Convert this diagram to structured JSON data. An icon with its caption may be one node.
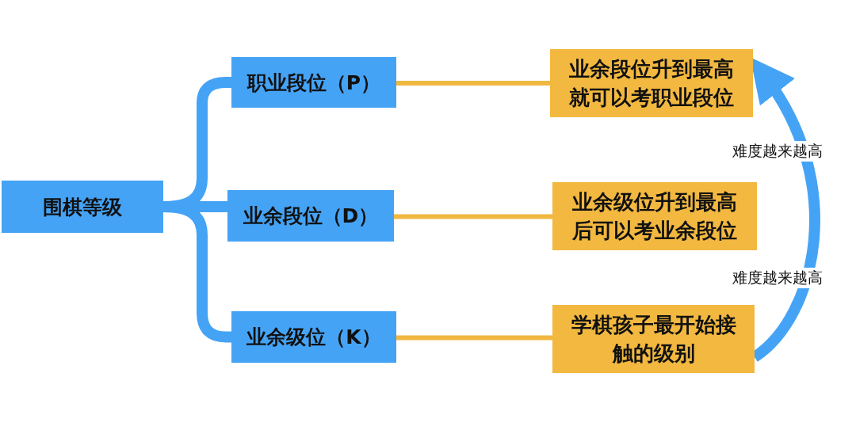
{
  "diagram": {
    "nodes": [
      {
        "text": [
          "围棋等级"
        ]
      },
      {
        "text": [
          "职业段位（P）"
        ]
      },
      {
        "text": [
          "业余段位（D）"
        ]
      },
      {
        "text": [
          "业余级位（K）"
        ]
      },
      {
        "text": [
          "业余段位升到最高就可以考职业段位"
        ]
      },
      {
        "text": [
          "业余级位升到最高后可以考业余段位"
        ]
      },
      {
        "text": [
          "学棋孩子最开始接触的级别"
        ]
      }
    ],
    "edges": [
      {
        "from": 0,
        "to": 1,
        "arrow": "none"
      },
      {
        "from": 0,
        "to": 2,
        "arrow": "none"
      },
      {
        "from": 0,
        "to": 3,
        "arrow": "none"
      },
      {
        "from": 1,
        "to": 4,
        "arrow": "none",
        "color": "#f0b840"
      },
      {
        "from": 2,
        "to": 5,
        "arrow": "none",
        "color": "#f0b840"
      },
      {
        "from": 3,
        "to": 6,
        "arrow": "none",
        "color": "#f0b840"
      },
      {
        "from": 6,
        "to": 4,
        "arrow": "to"
      }
    ],
    "labels": [
      "难度越来越高",
      "难度越来越高"
    ]
  }
}
